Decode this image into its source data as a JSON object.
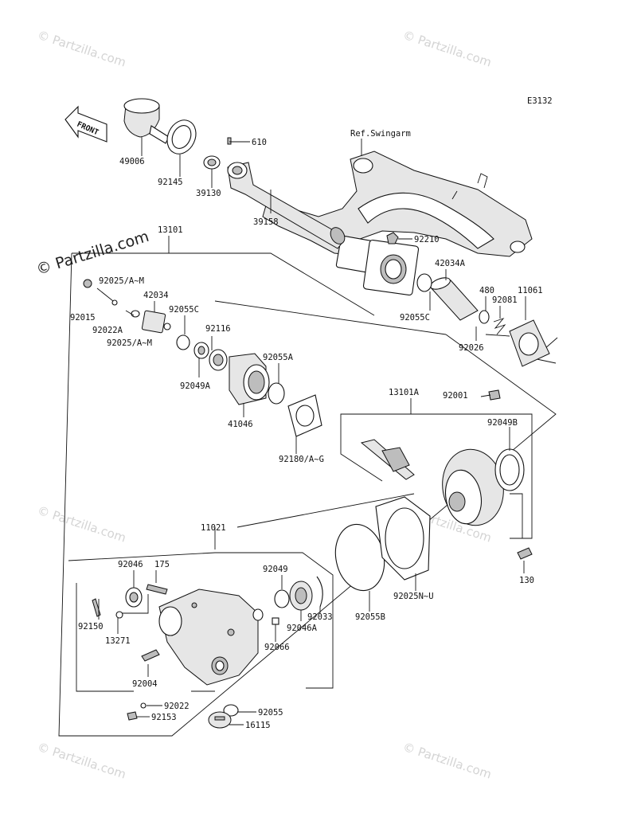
{
  "diagram_code": "E3132",
  "front_label": "FRONT",
  "ref_label": "Ref.Swingarm",
  "watermark": "© Partzilla.com",
  "part_labels": {
    "p49006": "49006",
    "p92145": "92145",
    "p39130": "39130",
    "p610": "610",
    "p39158": "39158",
    "p92210": "92210",
    "p13101": "13101",
    "p92025am_a": "92025/A~M",
    "p92015": "92015",
    "p92022a": "92022A",
    "p42034": "42034",
    "p92025am_b": "92025/A~M",
    "p92055c_a": "92055C",
    "p92116": "92116",
    "p92049a": "92049A",
    "p92055a": "92055A",
    "p41046": "41046",
    "p92180": "92180/A~G",
    "p42034a": "42034A",
    "p92055c_b": "92055C",
    "p480": "480",
    "p92081": "92081",
    "p11061": "11061",
    "p92026": "92026",
    "p13101a": "13101A",
    "p92001": "92001",
    "p92049b": "92049B",
    "p130": "130",
    "p11021": "11021",
    "p92046": "92046",
    "p175": "175",
    "p92049": "92049",
    "p92150": "92150",
    "p13271": "13271",
    "p92046a": "92046A",
    "p92033": "92033",
    "p92066": "92066",
    "p92055b": "92055B",
    "p92025nu": "92025N~U",
    "p92004": "92004",
    "p92022": "92022",
    "p92153": "92153",
    "p92055": "92055",
    "p16115": "16115"
  }
}
